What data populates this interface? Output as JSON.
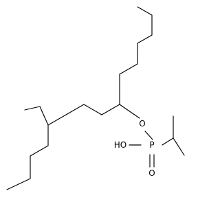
{
  "atoms": {
    "ether_oxygen": "O",
    "phosphorus": "P",
    "hydroxyl": "HO",
    "oxo_oxygen": "O"
  }
}
